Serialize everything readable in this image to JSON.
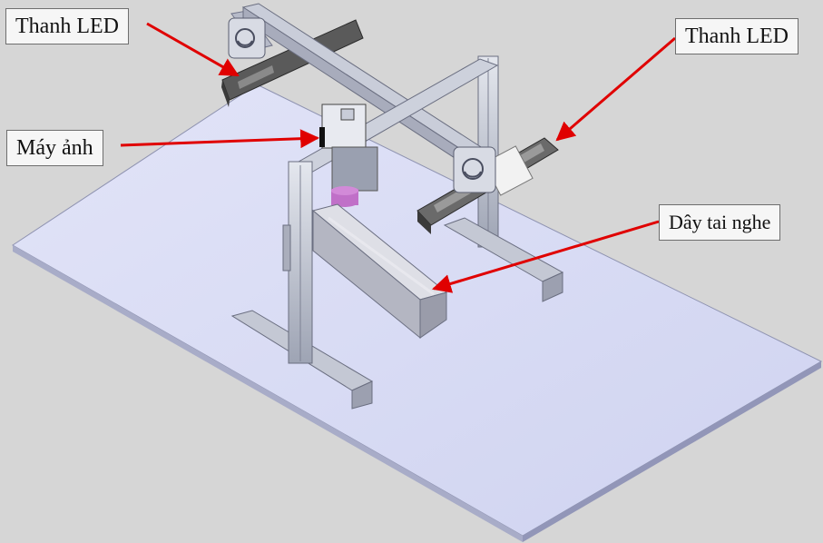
{
  "labels": {
    "led_left": "Thanh LED",
    "led_right": "Thanh LED",
    "camera": "Máy ảnh",
    "cable": "Dây tai nghe"
  },
  "colors": {
    "background": "#d6d6d6",
    "base_plate": "#d6d9f4",
    "frame": "#c8ccd8",
    "led_bar": "#4a4a4a",
    "camera_lens": "#c070c8",
    "arrow": "#e00000",
    "label_box": "#f6f6f6"
  }
}
